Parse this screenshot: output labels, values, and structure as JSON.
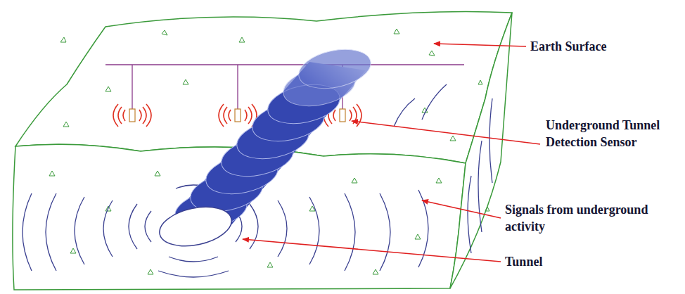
{
  "diagram": {
    "labels": [
      "Earth Surface",
      "Underground Tunnel Detection Sensor",
      "Signals from underground activity",
      "Tunnel"
    ]
  }
}
